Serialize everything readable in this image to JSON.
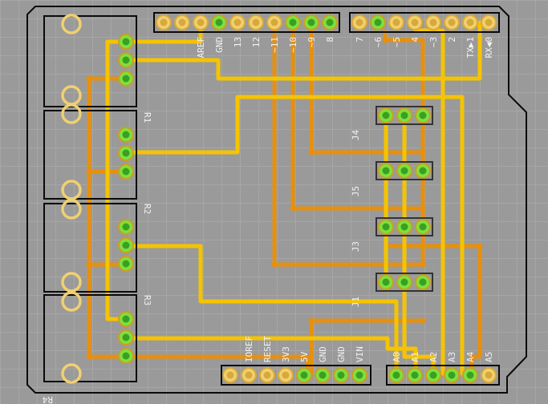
{
  "board": {
    "colors": {
      "background": "#9a9a9a",
      "grid": "#a6a6a6",
      "board_outline": "#0a0a0a",
      "trace_top": "#f5c400",
      "trace_bottom": "#e8900c",
      "pad_ring": "#f0d070",
      "pad_copper": "#d8a83a",
      "pad_active": "#7ee040",
      "silkscreen_text": "#f2f2f2"
    },
    "top_header_left": [
      "AREF",
      "GND",
      "13",
      "12",
      "~11",
      "~10",
      "~9",
      "8"
    ],
    "top_header_right": [
      "7",
      "~6",
      "~5",
      "4",
      "~3",
      "2",
      "TX▶1",
      "RX◀0"
    ],
    "bottom_header_power": [
      "",
      "IOREF",
      "RESET",
      "3V3",
      "5V",
      "GND",
      "GND",
      "VIN"
    ],
    "bottom_header_analog": [
      "A0",
      "A1",
      "A2",
      "A3",
      "A4",
      "A5"
    ],
    "resistors": [
      "R1",
      "R2",
      "R3",
      "R4"
    ],
    "jumpers": [
      "J4",
      "J5",
      "J3",
      "J1"
    ],
    "footer_label": "R4"
  }
}
